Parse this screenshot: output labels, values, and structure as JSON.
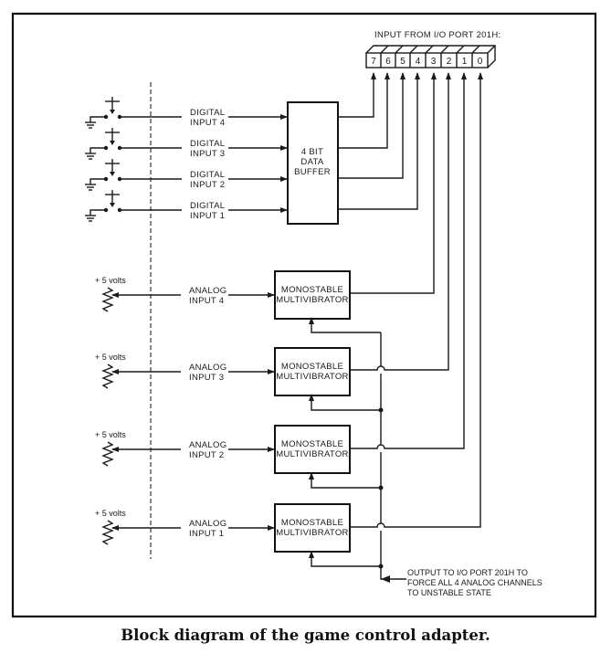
{
  "port_register": {
    "title": "INPUT FROM I/O PORT 201H:",
    "bits": [
      "7",
      "6",
      "5",
      "4",
      "3",
      "2",
      "1",
      "0"
    ]
  },
  "digital_inputs": [
    {
      "line1": "DIGITAL",
      "line2": "INPUT 4"
    },
    {
      "line1": "DIGITAL",
      "line2": "INPUT 3"
    },
    {
      "line1": "DIGITAL",
      "line2": "INPUT 2"
    },
    {
      "line1": "DIGITAL",
      "line2": "INPUT 1"
    }
  ],
  "data_buffer": {
    "line1": "4 BIT",
    "line2": "DATA",
    "line3": "BUFFER"
  },
  "analog_inputs": [
    {
      "supply": "+ 5 volts",
      "line1": "ANALOG",
      "line2": "INPUT 4",
      "box_line1": "MONOSTABLE",
      "box_line2": "MULTIVIBRATOR"
    },
    {
      "supply": "+ 5 volts",
      "line1": "ANALOG",
      "line2": "INPUT 3",
      "box_line1": "MONOSTABLE",
      "box_line2": "MULTIVIBRATOR"
    },
    {
      "supply": "+ 5 volts",
      "line1": "ANALOG",
      "line2": "INPUT 2",
      "box_line1": "MONOSTABLE",
      "box_line2": "MULTIVIBRATOR"
    },
    {
      "supply": "+ 5 volts",
      "line1": "ANALOG",
      "line2": "INPUT 1",
      "box_line1": "MONOSTABLE",
      "box_line2": "MULTIVIBRATOR"
    }
  ],
  "output_note": {
    "line1": "OUTPUT TO I/O  PORT 201H TO",
    "line2": "FORCE ALL 4 ANALOG CHANNELS",
    "line3": "TO UNSTABLE STATE"
  },
  "caption": "Block diagram of the game control adapter."
}
